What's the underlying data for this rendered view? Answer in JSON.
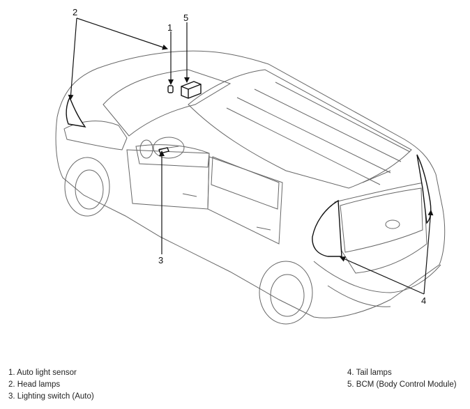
{
  "callouts": {
    "c1": "1",
    "c2": "2",
    "c3": "3",
    "c4": "4",
    "c5": "5"
  },
  "legend": {
    "left": [
      "1. Auto light sensor",
      "2. Head lamps",
      "3. Lighting switch (Auto)"
    ],
    "right": [
      "4. Tail lamps",
      "5. BCM (Body Control Module)"
    ]
  }
}
